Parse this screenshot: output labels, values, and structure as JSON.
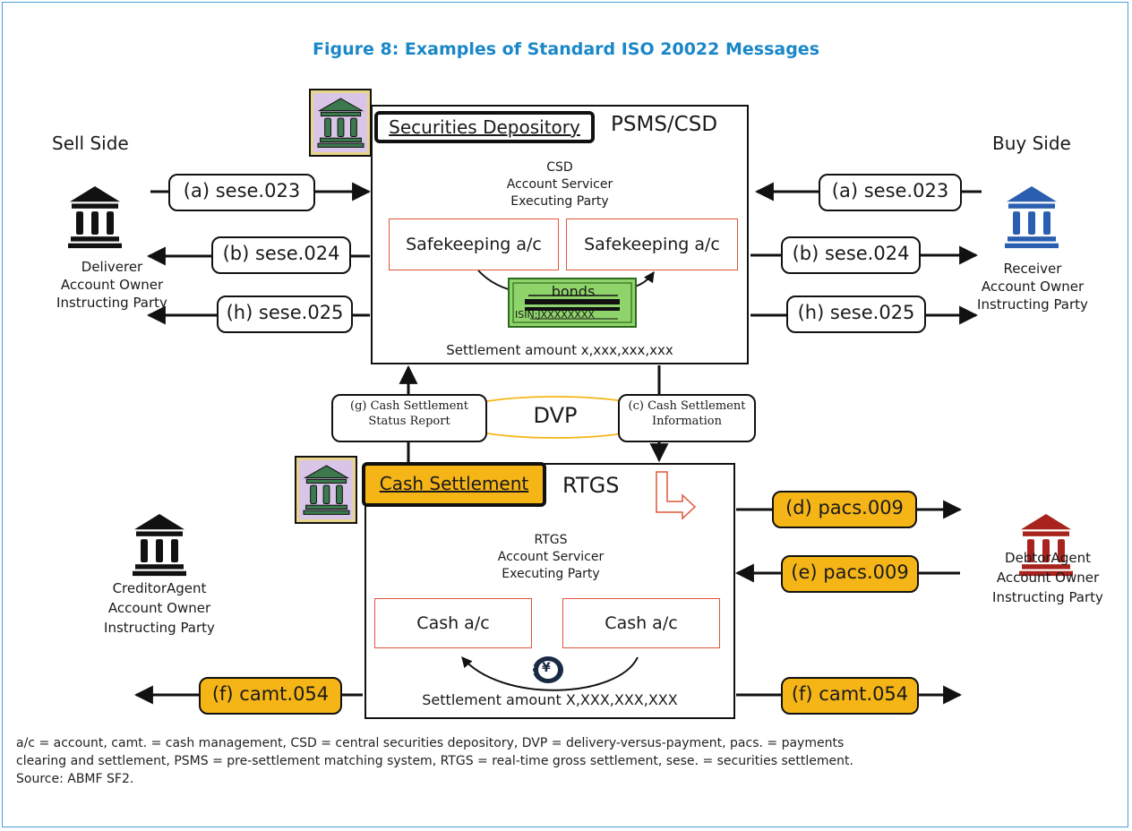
{
  "title": "Figure 8: Examples of Standard ISO 20022 Messages",
  "sell_side": {
    "heading": "Sell Side",
    "party_lines": [
      "Deliverer",
      "Account Owner",
      "Instructing Party"
    ],
    "messages": [
      "(a) sese.023",
      "(b) sese.024",
      "(h) sese.025"
    ]
  },
  "buy_side": {
    "heading": "Buy Side",
    "party_lines": [
      "Receiver",
      "Account Owner",
      "Instructing Party"
    ],
    "messages": [
      "(a) sese.023",
      "(b) sese.024",
      "(h) sese.025"
    ]
  },
  "csd": {
    "header_label": "Securities Depository",
    "system": "PSMS/CSD",
    "role_lines": [
      "CSD",
      "Account Servicer",
      "Executing Party"
    ],
    "account_left": "Safekeeping a/c",
    "account_right": "Safekeeping a/c",
    "bond_label": "bonds",
    "bond_isin": "ISIN:JXXXXXXXX",
    "settlement_amount": "Settlement amount  x,xxx,xxx,xxx"
  },
  "link": {
    "left_label_lines": [
      "(g) Cash Settlement",
      "Status  Report"
    ],
    "center_label": "DVP",
    "right_label_lines": [
      "(c) Cash Settlement",
      "Information"
    ]
  },
  "rtgs": {
    "header_label": "Cash Settlement",
    "system": "RTGS",
    "role_lines": [
      "RTGS",
      "Account Servicer",
      "Executing Party"
    ],
    "account_left": "Cash a/c",
    "account_right": "Cash a/c",
    "currency_symbol": "¥",
    "settlement_amount": "Settlement amount X,XXX,XXX,XXX"
  },
  "creditor": {
    "lines": [
      "CreditorAgent",
      "Account Owner",
      "Instructing Party"
    ],
    "message": "(f) camt.054"
  },
  "debtor": {
    "lines": [
      "DebtorAgent",
      "Account Owner",
      "Instructing Party"
    ],
    "messages": [
      "(d) pacs.009",
      "(e) pacs.009",
      "(f) camt.054"
    ]
  },
  "footnote_lines": [
    "a/c = account, camt. = cash management, CSD = central securities depository, DVP = delivery-versus-payment, pacs. = payments",
    "clearing and settlement, PSMS = pre-settlement matching system, RTGS = real-time gross settlement, sese. = securities settlement.",
    "Source: ABMF SF2."
  ],
  "colors": {
    "title": "#1a87c8",
    "message_highlight": "#f5b517",
    "account_border": "#e0563a",
    "bank_black": "#111111",
    "bank_blue": "#2a5fb0",
    "bank_red": "#a8231e",
    "bond_green": "#8fd46a"
  },
  "icons": [
    "bank-icon",
    "bank-clipart-icon",
    "bond-certificate-icon",
    "yen-coin-icon",
    "turn-arrow-icon"
  ]
}
